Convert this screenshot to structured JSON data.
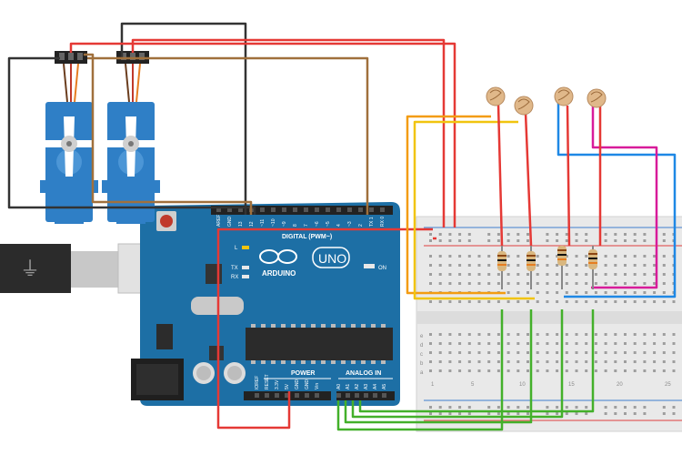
{
  "arduino": {
    "brand": "ARDUINO",
    "model": "UNO",
    "header_digital": "DIGITAL (PWM~)",
    "header_power": "POWER",
    "header_analog": "ANALOG IN",
    "led_on": "ON",
    "led_l": "L",
    "led_tx": "TX",
    "led_rx": "RX",
    "digital_pins": [
      "AREF",
      "GND",
      "13",
      "12",
      "~11",
      "~10",
      "~9",
      "8",
      "7",
      "~6",
      "~5",
      "4",
      "~3",
      "2",
      "TX 1",
      "RX 0"
    ],
    "power_pins": [
      "IOREF",
      "RESET",
      "3.3V",
      "5V",
      "GND",
      "GND",
      "Vin"
    ],
    "analog_pins": [
      "A0",
      "A1",
      "A2",
      "A3",
      "A4",
      "A5"
    ]
  },
  "breadboard": {
    "row_letters": [
      "a",
      "b",
      "c",
      "d",
      "e"
    ],
    "column_numbers": [
      "1",
      "5",
      "10",
      "15",
      "20",
      "25"
    ]
  },
  "components": [
    "servo-left",
    "servo-right",
    "photoresistor-1",
    "photoresistor-2",
    "photoresistor-3",
    "photoresistor-4",
    "resistor-1",
    "resistor-2",
    "resistor-3",
    "resistor-4",
    "usb-cable",
    "dc-jack"
  ],
  "colors": {
    "board": "#1d6fa5",
    "servo": "#2f7fc6",
    "wire_red": "#e53935",
    "wire_black": "#333333",
    "wire_brown": "#a0703c",
    "wire_orange": "#f39c12",
    "wire_yellow": "#f1c40f",
    "wire_blue": "#1e88e5",
    "wire_magenta": "#d81b9a",
    "wire_green": "#43b02a",
    "breadboard": "#e7e7e7"
  }
}
